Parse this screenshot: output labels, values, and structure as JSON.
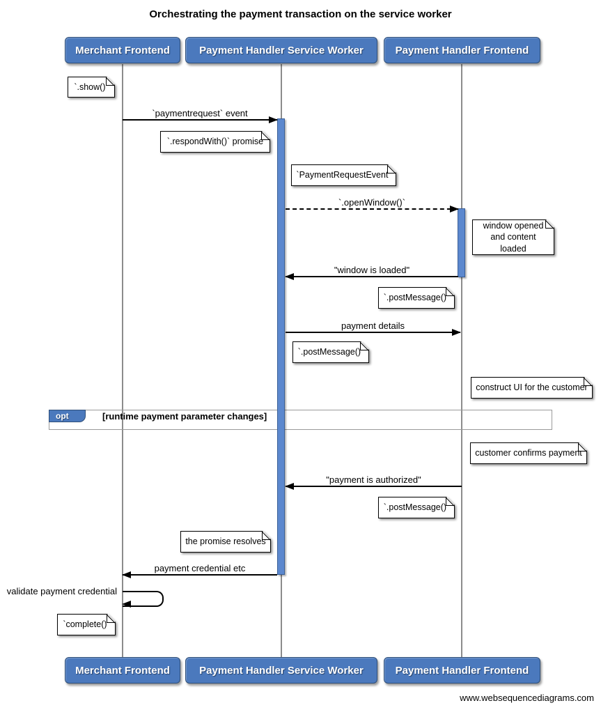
{
  "title": "Orchestrating the payment transaction on the service worker",
  "footer": "www.websequencediagrams.com",
  "actors": [
    {
      "name": "Merchant Frontend"
    },
    {
      "name": "Payment Handler Service Worker"
    },
    {
      "name": "Payment Handler Frontend"
    }
  ],
  "messages": [
    {
      "label": "`paymentrequest` event",
      "from": "Merchant Frontend",
      "to": "Payment Handler Service Worker",
      "line": "solid"
    },
    {
      "label": "`.openWindow()`",
      "from": "Payment Handler Service Worker",
      "to": "Payment Handler Frontend",
      "line": "dashed"
    },
    {
      "label": "\"window is loaded\"",
      "from": "Payment Handler Frontend",
      "to": "Payment Handler Service Worker",
      "line": "solid"
    },
    {
      "label": "payment details",
      "from": "Payment Handler Service Worker",
      "to": "Payment Handler Frontend",
      "line": "solid"
    },
    {
      "label": "\"payment is authorized\"",
      "from": "Payment Handler Frontend",
      "to": "Payment Handler Service Worker",
      "line": "solid"
    },
    {
      "label": "payment credential etc",
      "from": "Payment Handler Service Worker",
      "to": "Merchant Frontend",
      "line": "solid"
    },
    {
      "label": "validate payment credential",
      "from": "Merchant Frontend",
      "to": "Merchant Frontend",
      "line": "solid",
      "self": true
    }
  ],
  "notes": [
    {
      "text": "`.show()`",
      "position": "left of Merchant Frontend"
    },
    {
      "text": "`.respondWith()` promise",
      "position": "left of Payment Handler Service Worker"
    },
    {
      "text": "`PaymentRequestEvent`",
      "position": "right of Payment Handler Service Worker"
    },
    {
      "text": "window opened and content loaded",
      "position": "right of Payment Handler Frontend"
    },
    {
      "text": "`.postMessage()`",
      "position": "left of Payment Handler Frontend"
    },
    {
      "text": "`.postMessage()`",
      "position": "right of Payment Handler Service Worker"
    },
    {
      "text": "construct UI for the customer",
      "position": "right of Payment Handler Frontend"
    },
    {
      "text": "customer confirms payment",
      "position": "right of Payment Handler Frontend"
    },
    {
      "text": "`.postMessage()`",
      "position": "left of Payment Handler Frontend"
    },
    {
      "text": "the promise resolves",
      "position": "left of Payment Handler Service Worker"
    },
    {
      "text": "`complete()`",
      "position": "left of Merchant Frontend"
    }
  ],
  "opt": {
    "keyword": "opt",
    "condition": "[runtime payment parameter changes]"
  },
  "colors": {
    "actor_fill": "#4b79bd",
    "actor_border": "#2f4f79",
    "activation_fill": "#5c88ce",
    "activation_border": "#3a5f97",
    "lifeline": "#8c8c8c",
    "opt_border": "#9a9a9a",
    "note_fill": "#ffffff",
    "text": "#000000"
  }
}
